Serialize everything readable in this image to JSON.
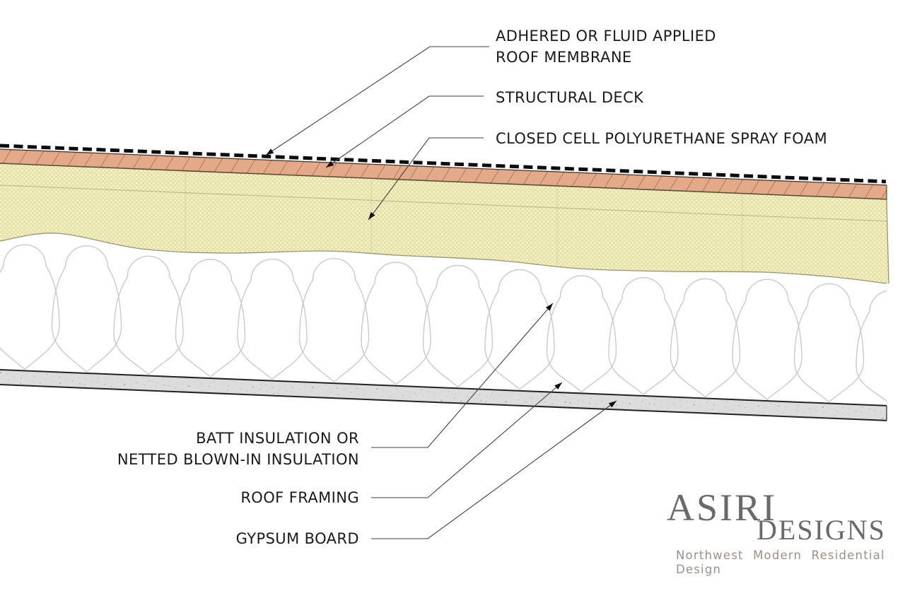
{
  "figure": {
    "type": "architectural-section-detail",
    "subject": "Low-slope roof assembly, sloping down to the right",
    "slope_direction": "down-to-right"
  },
  "callouts": {
    "membrane": {
      "text": "ADHERED OR FLUID APPLIED\nROOF MEMBRANE"
    },
    "deck": {
      "text": "STRUCTURAL DECK"
    },
    "spray_foam": {
      "text": "CLOSED CELL POLYURETHANE SPRAY FOAM"
    },
    "batt": {
      "text": "BATT INSULATION OR\nNETTED BLOWN-IN INSULATION"
    },
    "framing": {
      "text": "ROOF FRAMING"
    },
    "gypsum": {
      "text": "GYPSUM BOARD"
    }
  },
  "layers": [
    {
      "id": "roof-membrane",
      "label": "Adhered or fluid applied roof membrane",
      "symbol": "heavy black dashed line"
    },
    {
      "id": "structural-deck",
      "label": "Structural deck",
      "symbol": "salmon band with diagonal hatch"
    },
    {
      "id": "spray-foam",
      "label": "Closed cell polyurethane spray foam",
      "symbol": "pale yellow stipple with wavy underside"
    },
    {
      "id": "batt-insulation",
      "label": "Batt insulation or netted blown-in insulation",
      "symbol": "looped insulation symbol"
    },
    {
      "id": "gypsum-board",
      "label": "Gypsum board",
      "symbol": "gray speckled band"
    }
  ],
  "logo": {
    "primary": "ASIRI",
    "secondary": "DESIGNS",
    "tagline": "Northwest Modern Residential Design"
  },
  "colors": {
    "background": "#ffffff",
    "ink": "#1a1a1a",
    "leader": "#3f3f3f",
    "arrow": "#111111",
    "membrane": "#0d0d0d",
    "deck_fill": "#e3aa8a",
    "deck_hatch": "#8f6045",
    "deck_top_edge": "#3a3a3a",
    "deck_bottom_edge": "#5f4632",
    "foam_base": "#e8e3a6",
    "foam_light": "#f4f0cb",
    "foam_dark": "#d8d292",
    "foam_edge": "#9a946a",
    "foam_seam": "#7d7646",
    "batt_stroke": "#c9c9ce",
    "gypsum_fill": "#dcdcdc",
    "gypsum_edge": "#222222",
    "gypsum_speckle": "#666666",
    "logo_gray": "#6a6a6a",
    "tagline_color": "#9d8f88"
  }
}
